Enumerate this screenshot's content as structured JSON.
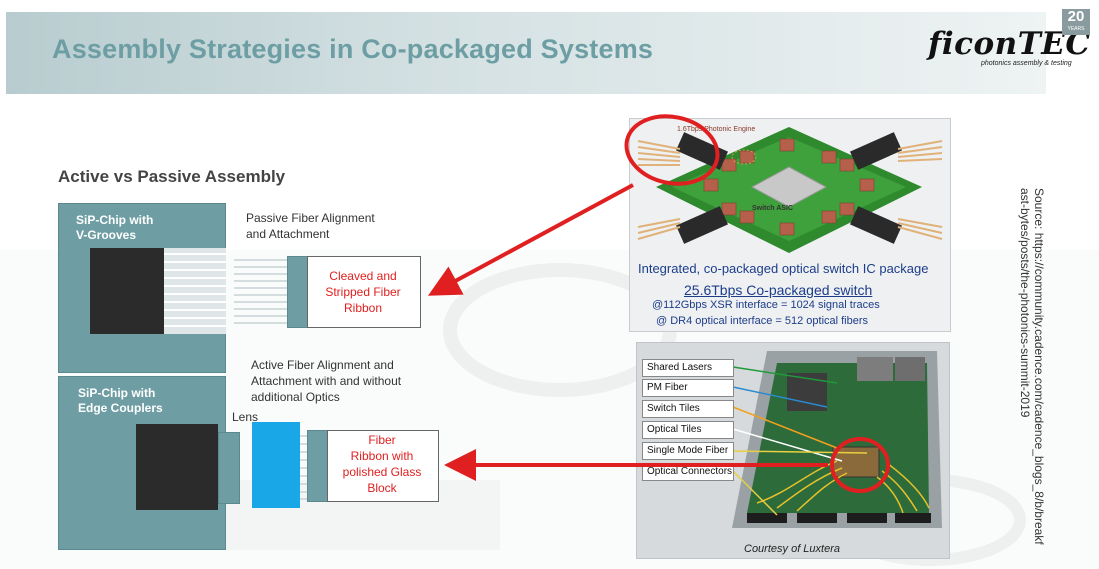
{
  "header": {
    "title": "Assembly Strategies in Co-packaged Systems",
    "logo": "ficonTEC",
    "logo_tagline": "photonics assembly & testing",
    "badge_number": "20",
    "badge_text": "YEARS"
  },
  "subtitle": "Active vs Passive Assembly",
  "passive": {
    "chip_label": "SiP-Chip with\nV-Grooves",
    "note": "Passive Fiber Alignment\nand Attachment",
    "fiber_label": "Cleaved and\nStripped Fiber\nRibbon"
  },
  "active": {
    "chip_label": "SiP-Chip with\nEdge Couplers",
    "note": "Active Fiber Alignment and\nAttachment with and without\nadditional Optics",
    "lens_label": "Lens",
    "fiber_label": "Fiber\nRibbon with\npolished Glass\nBlock"
  },
  "photo_top": {
    "engine_label": "1.6Tbps Photonic Engine",
    "asic_label": "Switch ASIC",
    "caption_line1": "Integrated, co-packaged optical switch IC package",
    "caption_line2": "25.6Tbps Co-packaged switch",
    "bullets": [
      "@112Gbps XSR interface = 1024 signal traces",
      "@ DR4 optical interface = 512 optical fibers"
    ]
  },
  "photo_bottom": {
    "legend": [
      "Shared Lasers",
      "PM Fiber",
      "Switch Tiles",
      "Optical Tiles",
      "Single Mode Fiber",
      "Optical Connectors"
    ],
    "courtesy": "Courtesy of Luxtera"
  },
  "source": "Source: https://community.cadence.com/cadence_blogs_8/b/breakfast-bytes/posts/the-photonics-summit-2019",
  "colors": {
    "title": "#6c9ea4",
    "chip_teal": "#6e9ea3",
    "annotation_red": "#e02020",
    "lens_blue": "#1aa7e8",
    "caption_blue": "#1d3d8a"
  }
}
